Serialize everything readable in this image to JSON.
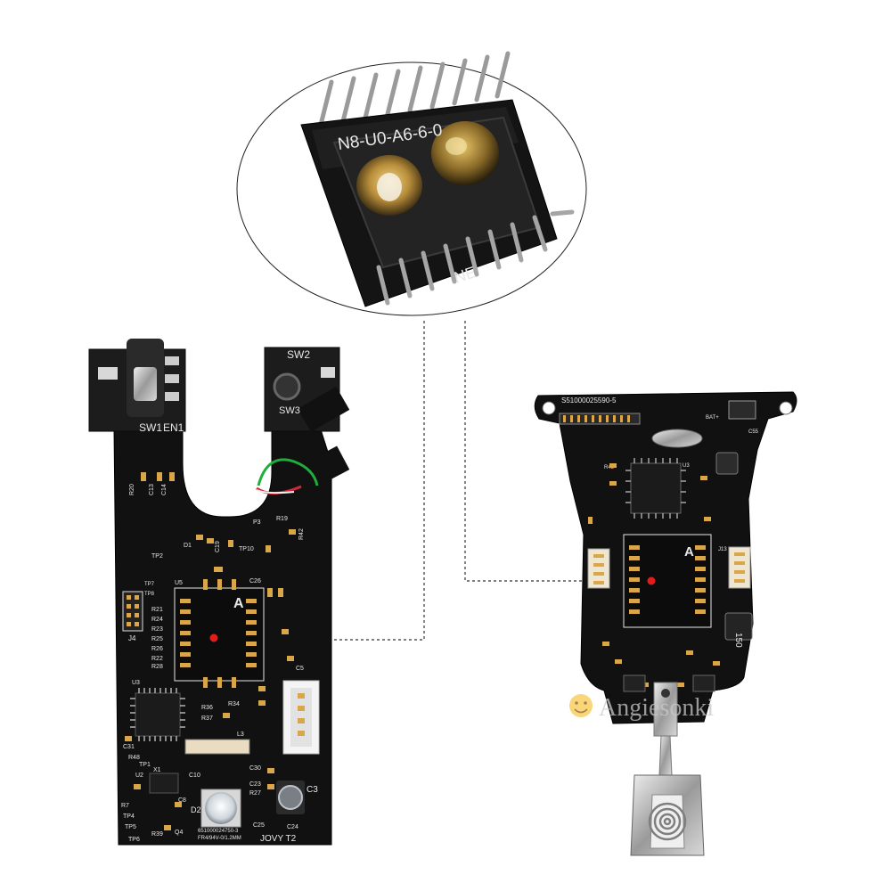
{
  "callout": {
    "chip_marking_top": "N8-U0-A6-6-0",
    "chip_marking_side": "NE"
  },
  "left_board": {
    "switch_labels": [
      "SW1",
      "EN1",
      "SW2",
      "SW3"
    ],
    "component_labels": [
      "R20",
      "C13",
      "C14",
      "TP2",
      "D1",
      "TP10",
      "U5",
      "J4",
      "TP7",
      "TP8",
      "R21",
      "R24",
      "R23",
      "R25",
      "R26",
      "R22",
      "R28",
      "U3",
      "R36",
      "R37",
      "R34",
      "L3",
      "C31",
      "R48",
      "TP1",
      "C10",
      "U2",
      "X1",
      "D2",
      "C8",
      "C3",
      "C23",
      "R27",
      "C30",
      "C25",
      "C24",
      "R7",
      "TP4",
      "TP5",
      "R39",
      "TP6",
      "Q4",
      "C26",
      "C5",
      "R19",
      "R42",
      "P3",
      "C19"
    ],
    "chip_letter": "A",
    "part_number": "651000024750-3",
    "spec": "FR4/94V-0/1.2MM",
    "brand": "JOVY T2"
  },
  "right_board": {
    "part_number": "S51000025590-5",
    "labels": [
      "BAT+",
      "J13",
      "U3",
      "C55",
      "R45"
    ],
    "chip_letter": "A",
    "side_mark": "150"
  },
  "watermark": {
    "text": "Angiesonki"
  },
  "colors": {
    "pcb": "#111111",
    "silkscreen": "#e8e8e8",
    "pad": "#d9a64a",
    "sensor_dot": "#e41b1b",
    "leader_line": "#333333"
  }
}
